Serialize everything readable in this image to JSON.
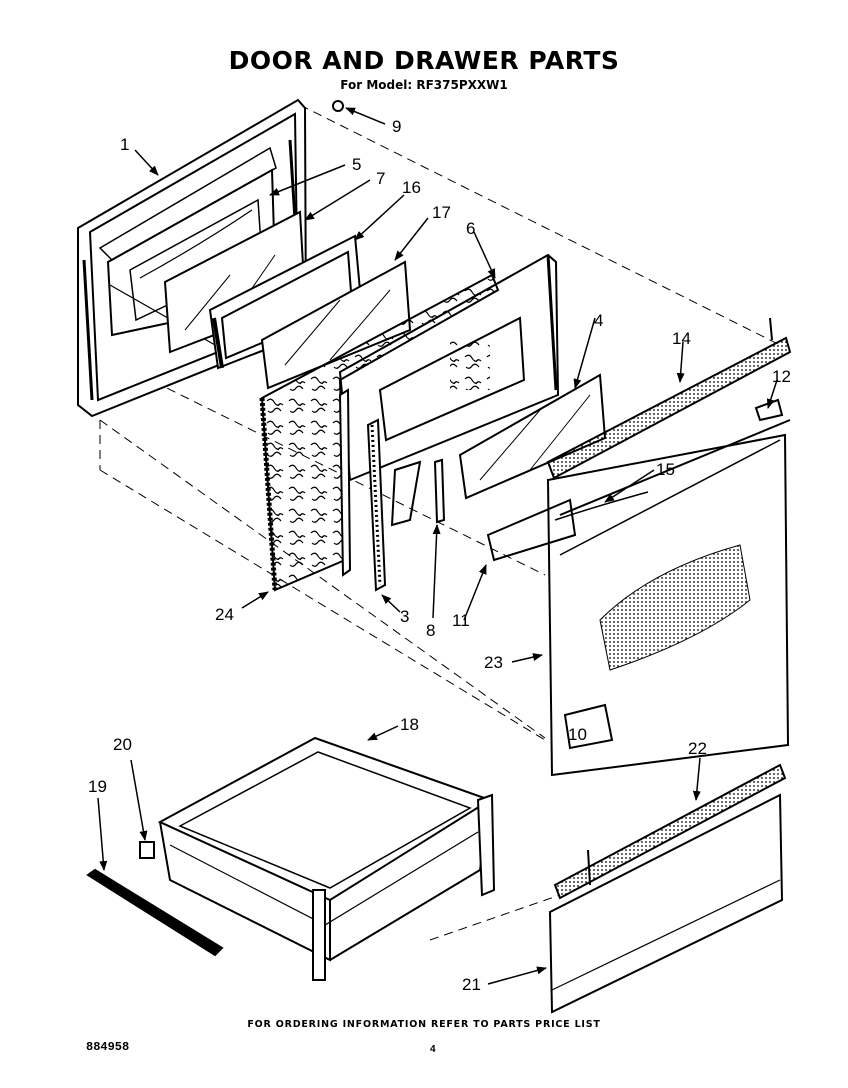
{
  "header": {
    "title": "DOOR AND DRAWER PARTS",
    "model": "For Model: RF375PXXW1"
  },
  "callouts": [
    {
      "id": "c1",
      "label": "1"
    },
    {
      "id": "c2",
      "label": "5"
    },
    {
      "id": "c3",
      "label": "7"
    },
    {
      "id": "c4",
      "label": "16"
    },
    {
      "id": "c5",
      "label": "17"
    },
    {
      "id": "c6",
      "label": "6"
    },
    {
      "id": "c7",
      "label": "9"
    },
    {
      "id": "c8",
      "label": "4"
    },
    {
      "id": "c9",
      "label": "14"
    },
    {
      "id": "c10",
      "label": "12"
    },
    {
      "id": "c11",
      "label": "15"
    },
    {
      "id": "c12",
      "label": "24"
    },
    {
      "id": "c13",
      "label": "3"
    },
    {
      "id": "c14",
      "label": "8"
    },
    {
      "id": "c15",
      "label": "11"
    },
    {
      "id": "c16",
      "label": "23"
    },
    {
      "id": "c17",
      "label": "10"
    },
    {
      "id": "c18",
      "label": "18"
    },
    {
      "id": "c19",
      "label": "20"
    },
    {
      "id": "c20",
      "label": "19"
    },
    {
      "id": "c21",
      "label": "22"
    },
    {
      "id": "c22",
      "label": "21"
    }
  ],
  "footer": {
    "ordering_note": "FOR ORDERING INFORMATION REFER TO PARTS PRICE LIST",
    "doc_number": "884958",
    "page_number": "4"
  }
}
